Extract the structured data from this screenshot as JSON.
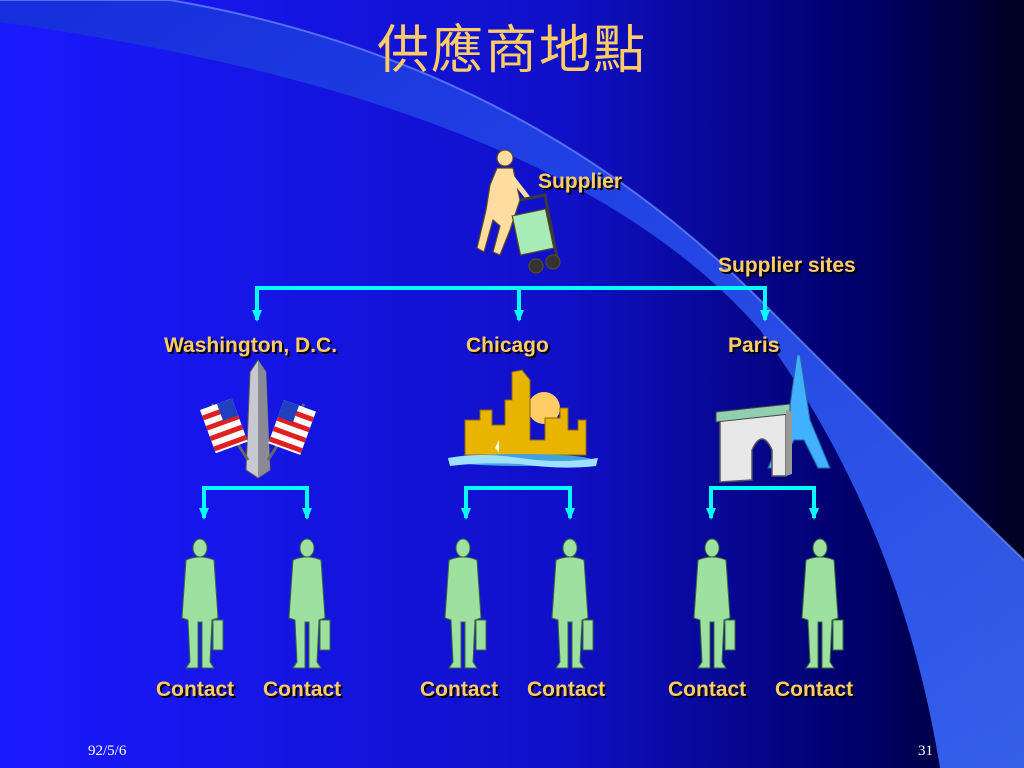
{
  "slide": {
    "title": "供應商地點",
    "date": "92/5/6",
    "page_number": "31"
  },
  "diagram": {
    "root": "Supplier",
    "edge_label": "Supplier sites",
    "sites": [
      {
        "name": "Washington, D.C.",
        "contacts": [
          "Contact",
          "Contact"
        ]
      },
      {
        "name": "Chicago",
        "contacts": [
          "Contact",
          "Contact"
        ]
      },
      {
        "name": "Paris",
        "contacts": [
          "Contact",
          "Contact"
        ]
      }
    ]
  },
  "colors": {
    "background_start": "#1a1aff",
    "background_end": "#000033",
    "accent_panel": "#3b5fff",
    "label_text": "#ffcc66",
    "connector": "#00ffff",
    "person": "#9ee0a0"
  },
  "icons": [
    "walking-supplier-icon",
    "washington-monument-icon",
    "chicago-skyline-icon",
    "paris-landmarks-icon",
    "person-icon"
  ]
}
